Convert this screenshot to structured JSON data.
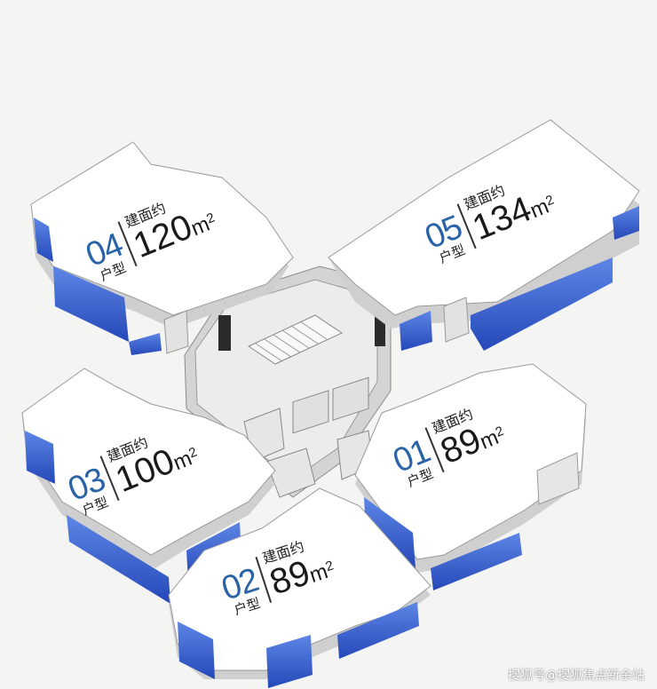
{
  "units": [
    {
      "id": "u04",
      "num": "04",
      "type": "户型",
      "area_label": "建面约",
      "area": "120",
      "unit": "m",
      "sup": "2"
    },
    {
      "id": "u05",
      "num": "05",
      "type": "户型",
      "area_label": "建面约",
      "area": "134",
      "unit": "m",
      "sup": "2"
    },
    {
      "id": "u03",
      "num": "03",
      "type": "户型",
      "area_label": "建面约",
      "area": "100",
      "unit": "m",
      "sup": "2"
    },
    {
      "id": "u01",
      "num": "01",
      "type": "户型",
      "area_label": "建面约",
      "area": "89",
      "unit": "m",
      "sup": "2"
    },
    {
      "id": "u02",
      "num": "02",
      "type": "户型",
      "area_label": "建面约",
      "area": "89",
      "unit": "m",
      "sup": "2"
    }
  ],
  "watermark": "搜狐号@搜狐焦点新余站",
  "colors": {
    "accent": "#2a63a7",
    "glass": "#2f5fd0",
    "roof": "#ffffff",
    "wall": "#d8d8d8"
  }
}
